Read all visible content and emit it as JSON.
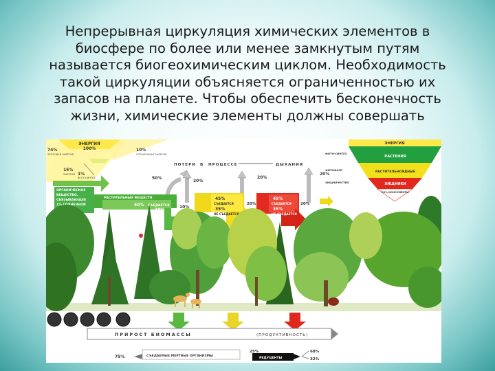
{
  "slide": {
    "text_lines": [
      "Непрерывная циркуляция химических элементов в",
      "биосфере по более или менее замкнутым путям",
      "называется биогеохимическим циклом. Необходимость",
      "такой циркуляции объясняется ограниченностью их",
      "запасов на планете. Чтобы обеспечить бесконечность",
      "жизни, химические элементы должны совершать"
    ]
  },
  "figure": {
    "sun": {
      "title": "ЭНЕРГИЯ",
      "value": "100%"
    },
    "left_labels": {
      "p74": "74%",
      "p74_note": "ТЕПЛОВАЯ ЭНЕРГИЯ",
      "p10": "10%",
      "p10_note": "ОТРАЖЕННАЯ ЭНЕРГИЯ",
      "p15": "15%",
      "p15_note": "ЭНЕРГИЯ",
      "p1": "1%",
      "p1_note": "ФОТОСИНТЕЗ"
    },
    "losses_header": [
      "ПОТЕРИ",
      "В",
      "ПРОЦЕССЕ",
      "ДЫХАНИЯ"
    ],
    "arrow_percents": [
      "50%",
      "20%",
      "20%",
      "20%"
    ],
    "green_box": [
      "ОРГАНИЧЕСКОЕ",
      "ВЕЩЕСТВО,",
      "СВЯЗЫВАЮЩЕЕ",
      "1% СОЛНЕЧНОЙ",
      "ЭНЕРГИИ"
    ],
    "flow_left": {
      "p50": "50%",
      "eaten": "СЪЕДАЕТСЯ",
      "p10": "10%",
      "note": "РАСТИТЕЛЬНЫХ ВЕЩЕСТВ"
    },
    "flow_left_percent": "10%",
    "flow_yellow": {
      "p45": "45%",
      "eaten": "СЪЕДАЕТСЯ",
      "p35": "35%",
      "not_eaten": "НЕ СЪЕДАЕТСЯ",
      "side": "20%"
    },
    "flow_red": {
      "p45": "45%",
      "eaten": "СЪЕДАЕТСЯ",
      "p35": "35%",
      "not_eaten": "НЕ СЪЕДАЕТСЯ",
      "side": "20%"
    },
    "pyramid": {
      "title": "ЭНЕРГИЯ",
      "levels": [
        {
          "left": "ФОТО-СИНТЕЗ",
          "label": "РАСТЕНИЯ",
          "color": "#22a040"
        },
        {
          "left": "ФИТОФАГИ",
          "label": "РАСТИТЕЛЬНОЯДНЫЕ",
          "color": "#f2e01a"
        },
        {
          "left": "ХИЩНИЧЕСТВО",
          "label": "ХИЩНИКИ",
          "color": "#e0281e"
        },
        {
          "left": "",
          "label": "20% КОНСУМЕНТЫ",
          "color": "#ffffff"
        }
      ]
    },
    "biomass_bar": {
      "label": "ПРИРОСТ  БИОМАССЫ",
      "note": "(ПРОДУКТИВНОСТЬ)"
    },
    "bottom": {
      "left_percent": "75%",
      "dead": "СЪЕДАЕМЫЕ МЕРТВЫЕ ОРГАНИЗМЫ",
      "p25": "25%",
      "decomposers": "РЕДУЦЕНТЫ",
      "p68": "68%",
      "p32": "32%"
    }
  }
}
